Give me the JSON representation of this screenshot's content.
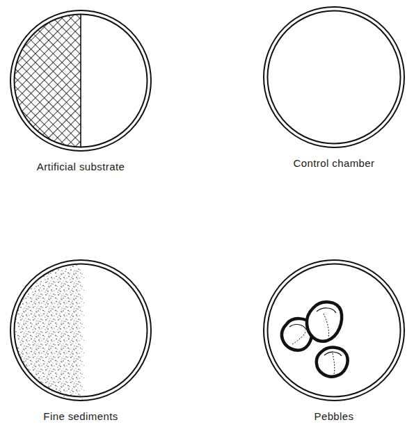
{
  "diagram": {
    "nodes": [
      {
        "text": [
          "Artificial substrate"
        ]
      },
      {
        "text": [
          "Control chamber"
        ]
      },
      {
        "text": [
          "Fine sediments"
        ]
      },
      {
        "text": [
          "Pebbles"
        ]
      }
    ]
  }
}
